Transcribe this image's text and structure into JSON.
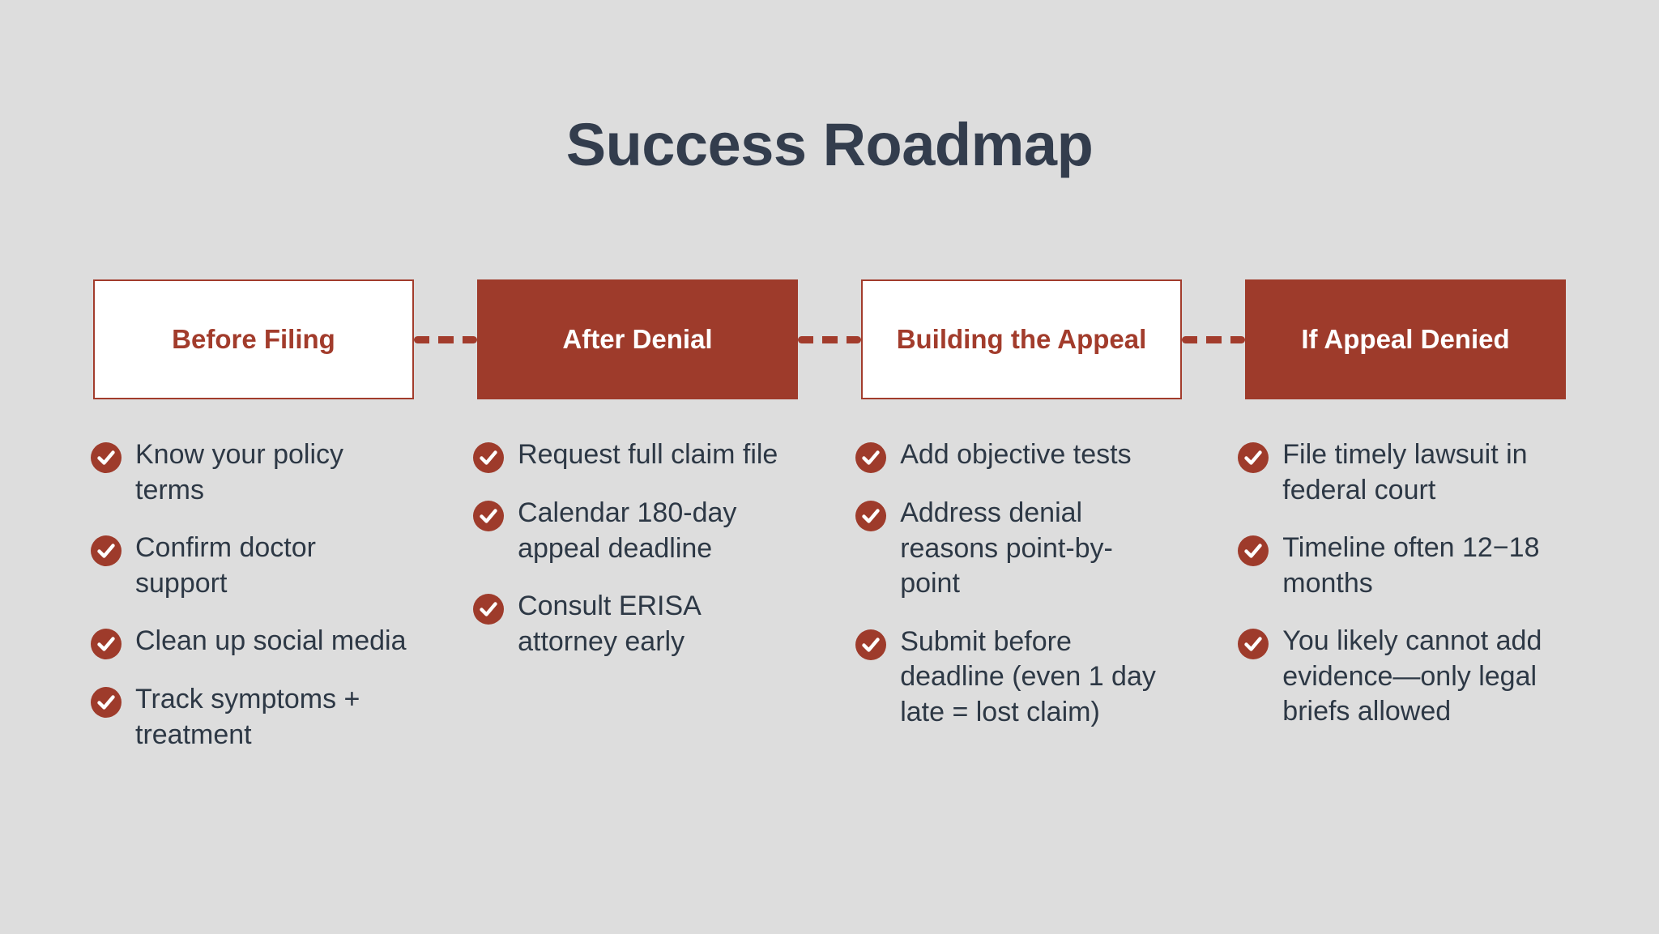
{
  "title": "Success Roadmap",
  "colors": {
    "background": "#dddddd",
    "brand_red": "#9e3b2b",
    "brand_red_border": "#a23c2c",
    "title_text": "#333d4d",
    "body_text": "#2d3845",
    "box_white": "#ffffff"
  },
  "icons": {
    "bullet": "check-circle-icon"
  },
  "stages": [
    {
      "label": "Before Filing",
      "style": "outline",
      "items": [
        "Know your policy terms",
        "Confirm doctor support",
        "Clean up social media",
        "Track symptoms + treatment"
      ]
    },
    {
      "label": "After Denial",
      "style": "filled",
      "items": [
        "Request full claim file",
        "Calendar 180-day appeal deadline",
        "Consult ERISA attorney early"
      ]
    },
    {
      "label": "Building the Appeal",
      "style": "outline",
      "items": [
        "Add objective tests",
        "Address denial reasons point-by-point",
        "Submit before deadline (even 1 day late = lost claim)"
      ]
    },
    {
      "label": "If Appeal Denied",
      "style": "filled",
      "items": [
        "File timely lawsuit in federal court",
        "Timeline often 12−18 months",
        "You likely cannot add evidence—only legal briefs allowed"
      ]
    }
  ]
}
